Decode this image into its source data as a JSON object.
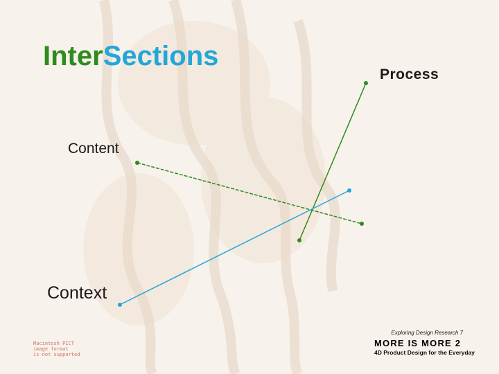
{
  "title": {
    "part1": "Inter",
    "part2": "Sections"
  },
  "labels": {
    "process": "Process",
    "content": "Content",
    "context": "Context"
  },
  "colors": {
    "green": "#2e8b1c",
    "blue": "#23a6d8",
    "background": "#f7f2ec"
  },
  "placeholder_notice": "Macintosh PICT\nimage format\nis not supported",
  "footer": {
    "series": "Exploring Design Research 7",
    "brand": "MORE IS MORE 2",
    "tagline": "4D Product Design for the Everyday"
  }
}
